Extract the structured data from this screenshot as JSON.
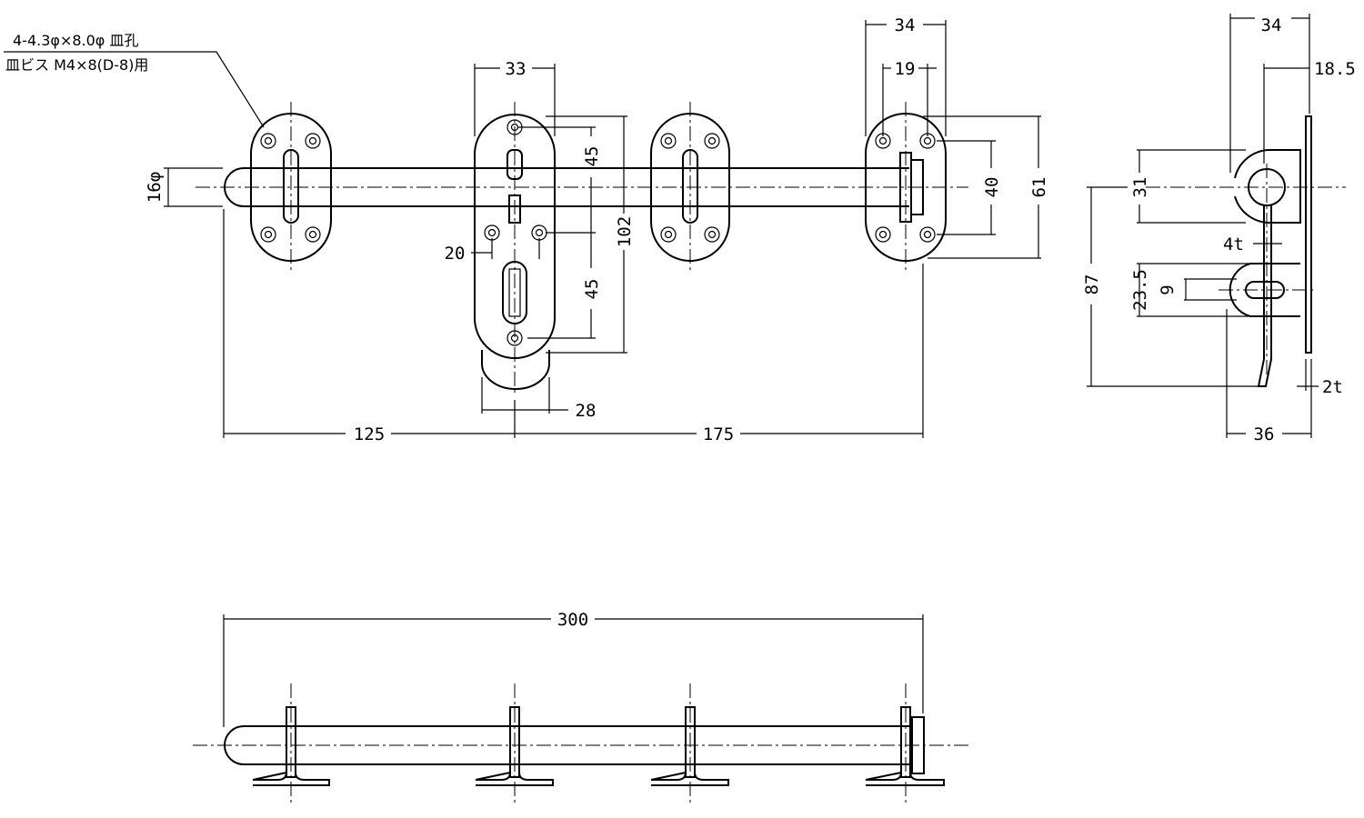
{
  "note": {
    "line1": "4-4.3φ×8.0φ 皿孔",
    "line2": "皿ビス M4×8(D-8)用"
  },
  "front_view": {
    "bar_diameter": "16φ",
    "latch_width": "33",
    "upper_pitch": "45",
    "lower_pitch": "45",
    "latch_height": "102",
    "hole_pitch": "20",
    "tongue_width": "28",
    "left_offset": "125",
    "right_offset": "175",
    "end_plate_width": "34",
    "end_hole_pitch": "19",
    "end_hole_vertical": "40",
    "end_plate_height": "61"
  },
  "side_view": {
    "width_top": "34",
    "offset": "18.5",
    "bracket_height": "31",
    "total_height": "87",
    "thickness_hook": "4t",
    "lower_bracket_height": "23.5",
    "slot_width": "9",
    "plate_thickness": "2t",
    "depth": "36"
  },
  "bottom_view": {
    "overall_length": "300"
  }
}
